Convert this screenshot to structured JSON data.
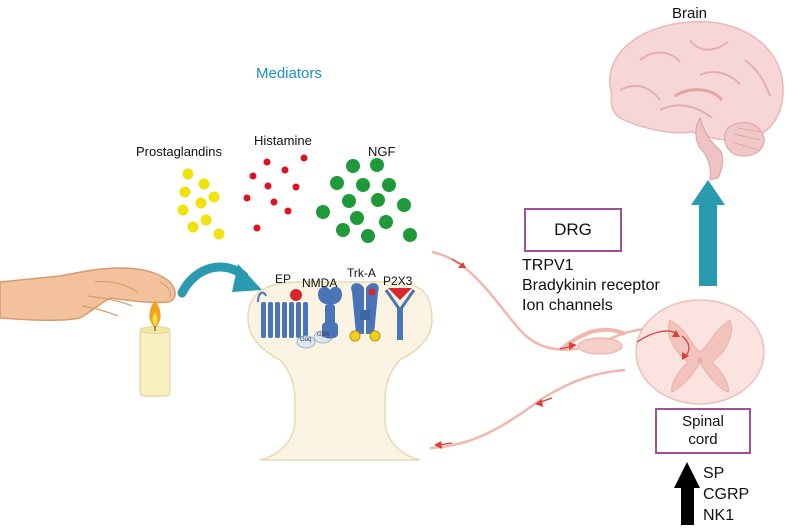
{
  "mediators": {
    "title": "Mediators",
    "title_color": "#1a8fd0",
    "prostaglandins": "Prostaglandins",
    "histamine": "Histamine",
    "ngf": "NGF",
    "colors": {
      "prostaglandins": "#f2e20c",
      "histamine": "#e0101c",
      "ngf": "#1e9a3a"
    }
  },
  "receptors": {
    "ep": "EP",
    "nmda": "NMDA",
    "trka": "Trk-A",
    "p2x3": "P2X3",
    "gq": "Gαq",
    "gbg": "Gβ/γ"
  },
  "drg": {
    "label": "DRG"
  },
  "drg_list": [
    "TRPV1",
    "Bradykinin receptor",
    "Ion channels"
  ],
  "brain": {
    "label": "Brain"
  },
  "spinal": {
    "label": "Spinal cord"
  },
  "neuropeptides": [
    "SP",
    "CGRP",
    "NK1"
  ],
  "colors": {
    "box_border": "#a0509a",
    "ascending_arrow": "#2a9ab0",
    "nerve": "#e8a098",
    "red_arrow": "#d9403a"
  }
}
